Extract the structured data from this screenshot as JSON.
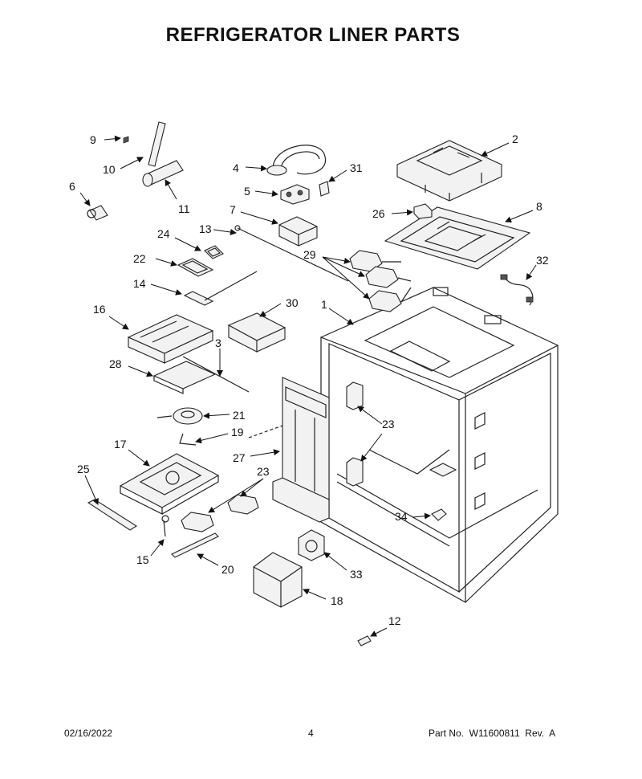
{
  "title": "REFRIGERATOR LINER PARTS",
  "footer": {
    "date": "02/16/2022",
    "page": "4",
    "part_no": "Part No.  W11600811  Rev.  A"
  },
  "callouts": {
    "c1": "1",
    "c2": "2",
    "c3": "3",
    "c4": "4",
    "c5": "5",
    "c6": "6",
    "c7": "7",
    "c8": "8",
    "c9": "9",
    "c10": "10",
    "c11": "11",
    "c12": "12",
    "c13": "13",
    "c14": "14",
    "c15": "15",
    "c16": "16",
    "c17": "17",
    "c18": "18",
    "c19": "19",
    "c20": "20",
    "c21": "21",
    "c22": "22",
    "c23a": "23",
    "c23b": "23",
    "c24": "24",
    "c25": "25",
    "c26": "26",
    "c27": "27",
    "c28": "28",
    "c29": "29",
    "c30": "30",
    "c31": "31",
    "c32": "32",
    "c33": "33",
    "c34": "34"
  }
}
